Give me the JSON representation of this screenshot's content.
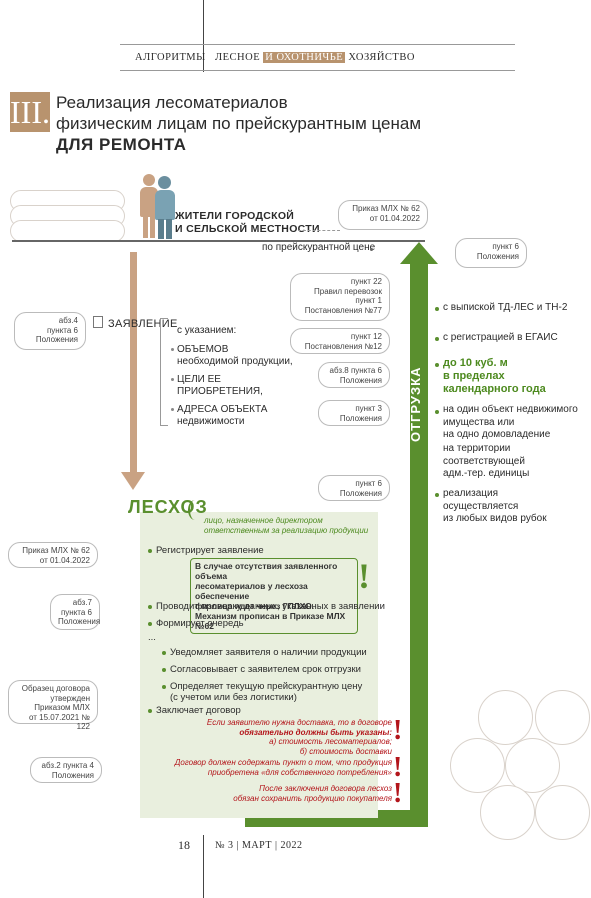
{
  "header": {
    "section": "АЛГОРИТМЫ",
    "journal_part1": "ЛЕСНОЕ",
    "journal_hl": "И ОХОТНИЧЬЕ",
    "journal_part2": "ХОЗЯЙСТВО"
  },
  "title": {
    "roman": "III.",
    "line1": "Реализация лесоматериалов",
    "line2": "физическим лицам по прейскурантным ценам",
    "line3": "ДЛЯ РЕМОНТА"
  },
  "residents": {
    "line1": "ЖИТЕЛИ ГОРОДСКОЙ",
    "line2": "И СЕЛЬСКОЙ МЕСТНОСТИ"
  },
  "price_label": "по прейскурантной цене",
  "refs": {
    "order62_top": [
      "Приказ МЛХ № 62",
      "от 01.04.2022"
    ],
    "p6_top": [
      "пункт 6",
      "Положения"
    ],
    "p22": [
      "пункт 22",
      "Правил перевозок",
      "пункт 1",
      "Постановления №77"
    ],
    "p12": [
      "пункт 12",
      "Постановления №12"
    ],
    "abz8": [
      "абз.8 пункта 6",
      "Положения"
    ],
    "p3": [
      "пункт 3",
      "Положения"
    ],
    "p6_mid": [
      "пункт 6",
      "Положения"
    ],
    "abz4": [
      "абз.4",
      "пункта 6",
      "Положения"
    ],
    "order62_left": [
      "Приказ МЛХ № 62",
      "от 01.04.2022"
    ],
    "abz7": [
      "абз.7",
      "пункта 6",
      "Положения"
    ],
    "contract_sample": [
      "Образец договора",
      "утвержден",
      "Приказом МЛХ",
      "от 15.07.2021 № 122"
    ],
    "abz2": [
      "абз.2 пункта 4",
      "Положения"
    ]
  },
  "application": {
    "label": "ЗАЯВЛЕНИЕ",
    "with_spec": "с указанием:",
    "items": [
      [
        "ОБЪЕМОВ",
        "необходимой продукции,"
      ],
      [
        "ЦЕЛИ ЕЕ",
        "ПРИОБРЕТЕНИЯ,"
      ],
      [
        "АДРЕСА ОБЪЕКТА",
        "недвижимости"
      ]
    ]
  },
  "shipment": {
    "label": "ОТГРУЗКА",
    "items": [
      [
        "с выпиской ТД-ЛЕС и ТН-2"
      ],
      [
        "с регистрацией в ЕГАИС"
      ],
      [
        "до 10 куб. м",
        "в пределах",
        "календарного года"
      ],
      [
        "на один объект недвижимого",
        "имущества или",
        "на одно домовладение"
      ],
      [
        "на территории",
        "соответствующей",
        "адм.-тер. единицы"
      ],
      [
        "реализация",
        "осуществляется",
        "из любых видов рубок"
      ]
    ]
  },
  "leshoz": {
    "label": "ЛЕСХОЗ",
    "appointed": [
      "лицо, назначенное директором",
      "ответственным за реализацию продукции"
    ],
    "steps": [
      "Регистрирует заявление",
      "Проводит проверку данных, указанных в заявлении",
      "Формирует очередь",
      "...",
      "Уведомляет заявителя о наличии продукции",
      "Согласовывает с заявителем срок отгрузки",
      "Определяет текущую прейскурантную цену",
      "(с учетом или без логистики)",
      "Заключает договор"
    ],
    "green_note": [
      "В случае отсутствия заявленного объема",
      "лесоматериалов у лесхоза обеспечение",
      "физлица идет через ГПЛХО.",
      "Механизм прописан в Приказе МЛХ №62"
    ],
    "red_notes": [
      [
        "Если заявителю нужна доставка, то в договоре",
        "обязательно должны быть указаны:",
        "а) стоимость лесоматериалов;",
        "б) стоимость доставки"
      ],
      [
        "Договор должен содержать пункт о том, что продукция",
        "приобретена «для собственного потребления»"
      ],
      [
        "После заключения договора лесхоз",
        "обязан сохранить продукцию покупателя"
      ]
    ],
    "excl": "!"
  },
  "footer": {
    "page": "18",
    "issue": "№ 3 | МАРТ | 2022"
  },
  "colors": {
    "brown": "#b8936e",
    "green": "#5a8f2e",
    "panel": "#e9efde",
    "red": "#b3141a"
  }
}
